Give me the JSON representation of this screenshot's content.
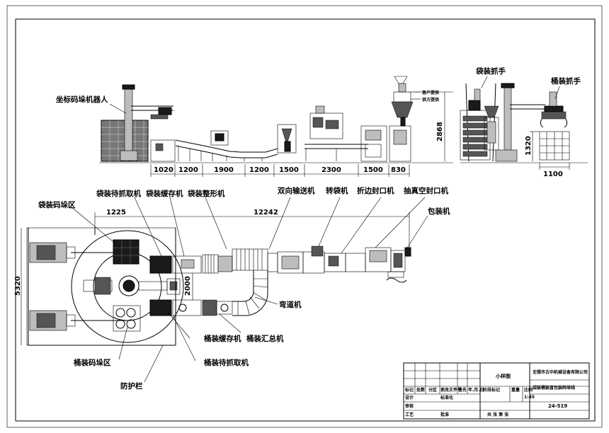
{
  "elevation_labels": {
    "robot": "坐标码垛机器人",
    "bag_gripper": "袋装抓手",
    "bucket_gripper": "桶装抓手",
    "note_client_1": "客户提供",
    "note_client_2": "供方提供"
  },
  "elevation_dims": {
    "d1": "1020",
    "d2": "1200",
    "d3": "1900",
    "d4": "1200",
    "d5": "1500",
    "d6": "2300",
    "d7": "1500",
    "d8": "830",
    "height": "2868",
    "gripper_height": "1320",
    "gripper_width": "1100"
  },
  "plan_labels": {
    "bag_pick": "袋装待抓取机",
    "bag_buffer": "袋装缓存机",
    "bag_shaper": "袋装整形机",
    "bidirectional": "双向输送机",
    "turner": "转袋机",
    "fold_seal": "折边封口机",
    "vacuum_seal": "抽真空封口机",
    "packer": "包装机",
    "bag_zone": "袋装码垛区",
    "bend": "弯道机",
    "bucket_buffer": "桶装缓存机",
    "bucket_merge": "桶装汇总机",
    "bucket_pick": "桶装待抓取机",
    "bucket_zone": "桶装码垛区",
    "guardrail": "防护栏"
  },
  "plan_dims": {
    "d_left": "1225",
    "d_total": "12242",
    "d_width": "5320",
    "d_mid": "2000"
  },
  "title_block": {
    "drawing_type": "小样图",
    "company": "无锡市古中机械设备有限公司",
    "project": "袋装桶装直包装码垛线",
    "ratio_label": "比例",
    "ratio": "1:45",
    "weight_label": "重量",
    "number": "24-519",
    "design": "设计",
    "process": "工艺",
    "review": "审核",
    "mark": "标记",
    "count": "处数",
    "zone": "分区",
    "doc_no": "更改文件号",
    "sign": "签名",
    "date": "年.月.日",
    "std": "标准化",
    "approve": "批准",
    "stage_mark": "阶段标记",
    "sheet": "共  张  第  张"
  }
}
